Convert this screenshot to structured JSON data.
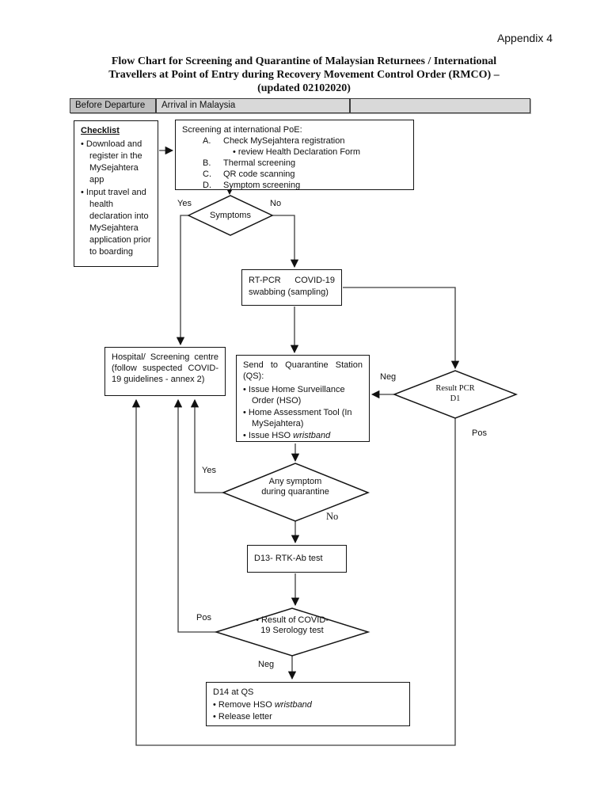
{
  "page": {
    "appendix": "Appendix 4",
    "title_lines": [
      "Flow Chart for Screening and Quarantine of Malaysian Returnees / International",
      "Travellers at Point of Entry during Recovery Movement Control Order (RMCO) –",
      "(updated 02102020)"
    ]
  },
  "phase_bar": {
    "cells": [
      {
        "label": "Before Departure",
        "fill": "#bfbfbf"
      },
      {
        "label": "Arrival in Malaysia",
        "fill": "#d9d9d9"
      },
      {
        "label": "",
        "fill": "#d9d9d9"
      }
    ]
  },
  "nodes": {
    "checklist": {
      "heading": "Checklist",
      "bullets": [
        "Download and register in the MySejahtera app",
        "Input travel and health declaration into MySejahtera application prior to boarding"
      ]
    },
    "screening": {
      "intro": "Screening at international PoE:",
      "items": [
        {
          "key": "A.",
          "text": "Check MySejahtera registration",
          "sub": "review Health Declaration Form"
        },
        {
          "key": "B.",
          "text": "Thermal screening"
        },
        {
          "key": "C.",
          "text": "QR code scanning"
        },
        {
          "key": "D.",
          "text": "Symptom screening"
        }
      ]
    },
    "symptoms": {
      "label": "Symptoms"
    },
    "rtpcr": {
      "text": "RT-PCR COVID-19 swabbing (sampling)"
    },
    "hospital": {
      "text": "Hospital/ Screening centre (follow suspected COVID-19 guidelines - annex 2)"
    },
    "qs": {
      "heading": "Send to Quarantine Station (QS):",
      "bullets": [
        {
          "text": "Issue Home Surveillance Order (HSO)"
        },
        {
          "text": "Home Assessment Tool (In MySejahtera)"
        },
        {
          "text": "Issue HSO ",
          "italic": "wristband"
        }
      ]
    },
    "result_pcr": {
      "lines": [
        "Result PCR",
        "D1"
      ]
    },
    "any_symptom": {
      "lines": [
        "Any symptom",
        "during quarantine"
      ]
    },
    "d13": {
      "text": "D13- RTK-Ab test"
    },
    "serology": {
      "lines": [
        "• Result of COVID-",
        "19 Serology test"
      ]
    },
    "d14": {
      "heading": "D14 at QS",
      "bullets": [
        {
          "text": "Remove HSO ",
          "italic": "wristband"
        },
        {
          "text": "Release letter"
        }
      ]
    }
  },
  "edge_labels": {
    "symptoms_yes": "Yes",
    "symptoms_no": "No",
    "pcr_neg": "Neg",
    "pcr_pos": "Pos",
    "any_symptom_yes": "Yes",
    "any_symptom_no": "No",
    "serology_pos": "Pos",
    "serology_neg": "Neg"
  },
  "colors": {
    "line": "#3d3d3d",
    "node_border": "#141414",
    "phase1_fill": "#bfbfbf",
    "phase2_fill": "#d9d9d9"
  }
}
